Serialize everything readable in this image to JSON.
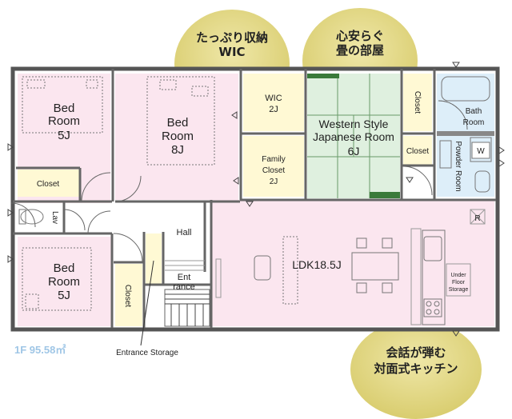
{
  "bubbles": {
    "storage": {
      "line1": "たっぷり収納",
      "line2": "WIC"
    },
    "tatami": {
      "line1": "心安らぐ",
      "line2": "畳の部屋"
    },
    "kitchen": {
      "line1": "会話が弾む",
      "line2": "対面式キッチン"
    }
  },
  "rooms": {
    "bed1": {
      "line1": "Bed",
      "line2": "Room",
      "line3": "5J"
    },
    "bed2": {
      "line1": "Bed",
      "line2": "Room",
      "line3": "8J"
    },
    "bed3": {
      "line1": "Bed",
      "line2": "Room",
      "line3": "5J"
    },
    "wic": {
      "line1": "WIC",
      "line2": "2J"
    },
    "family_closet": {
      "line1": "Family",
      "line2": "Closet",
      "line3": "2J"
    },
    "western": {
      "line1": "Western Style",
      "line2": "Japanese Room",
      "line3": "6J"
    },
    "closet_a": "Closet",
    "closet_b": "Closet",
    "closet_c": "Closet",
    "closet_d": "Closet",
    "bath": {
      "line1": "Bath",
      "line2": "Room"
    },
    "powder": "Powder Room",
    "w_mark": "W",
    "lav": "Lav",
    "hall": "Hall",
    "entrance": {
      "line1": "Ent",
      "line2": "rance"
    },
    "ldk": "LDK18.5J",
    "under_floor": {
      "line1": "Under",
      "line2": "Floor",
      "line3": "Storage"
    },
    "r_mark": "R"
  },
  "entrance_storage": "Entrance Storage",
  "floor_area": "1F 95.58㎡",
  "colors": {
    "bubble": "#e3d98a",
    "pink": "#fbe6ef",
    "yellow": "#fff9d4",
    "green": "#dff0df",
    "blue": "#ddeef9",
    "wall": "#555555",
    "area_text": "#9fc6e6"
  }
}
